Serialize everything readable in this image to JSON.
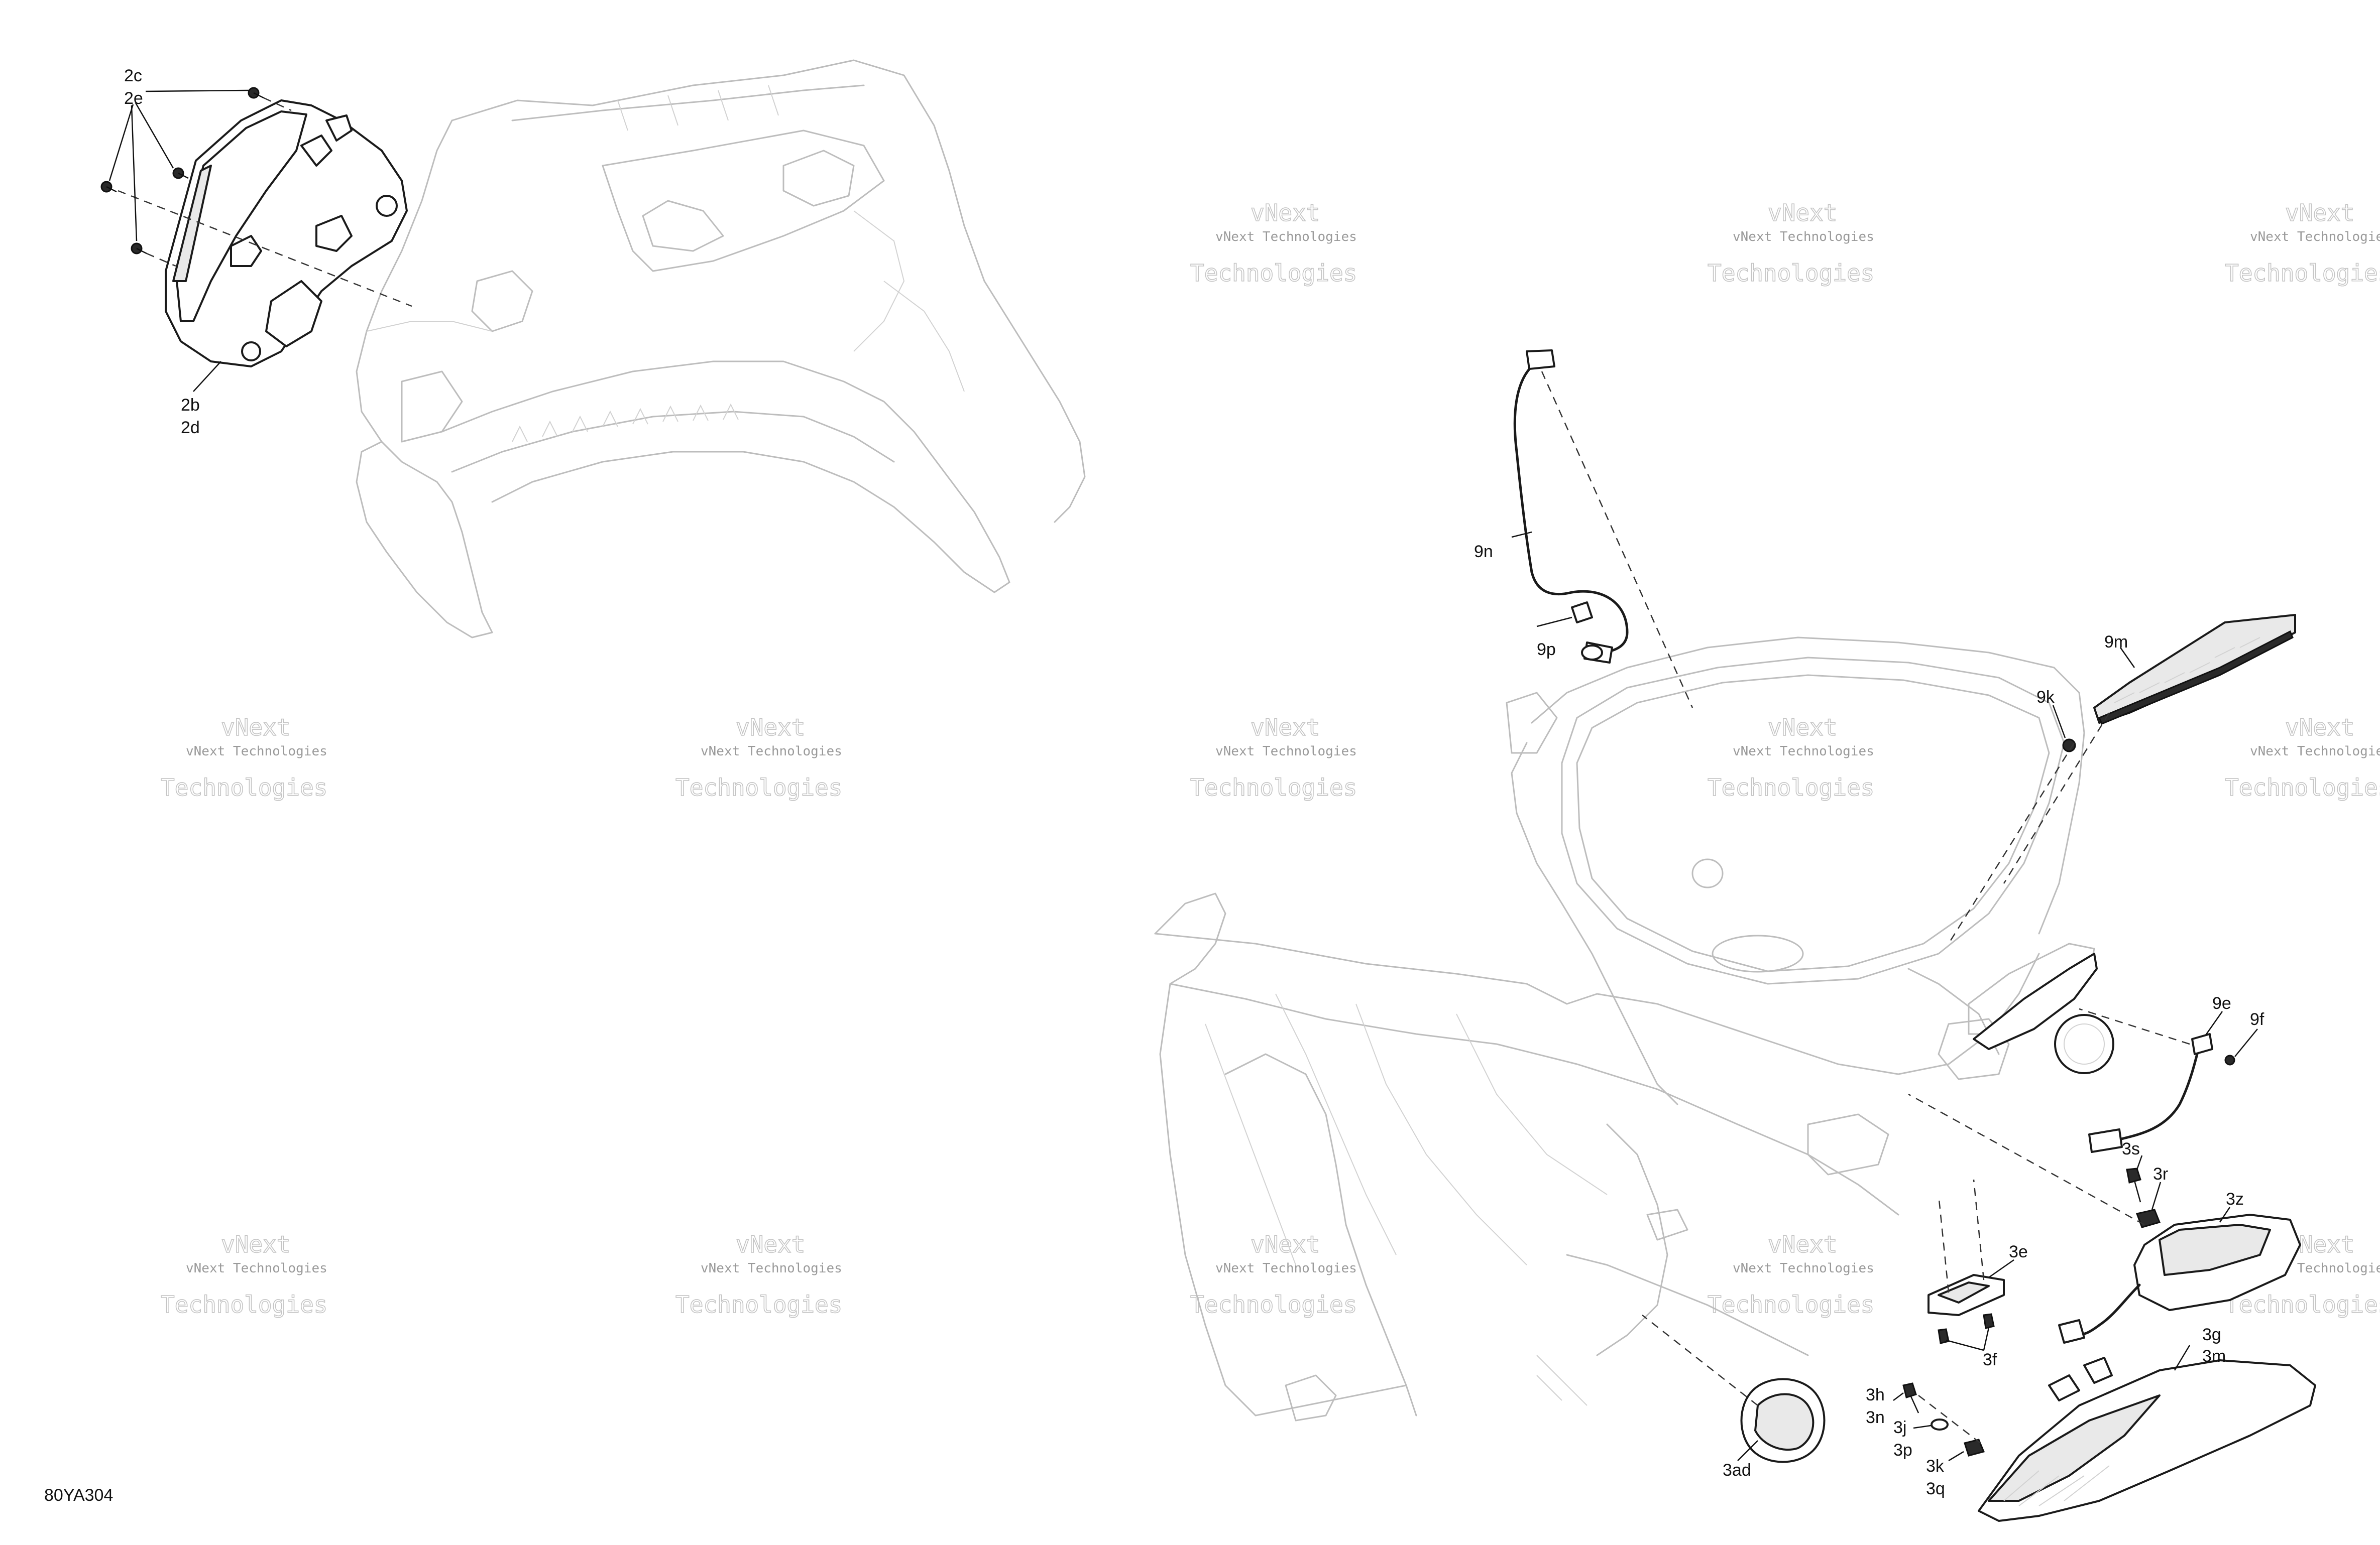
{
  "figure": {
    "code": "80YA304",
    "watermark": {
      "line1": "vNext Technologies",
      "line2": "Technologies",
      "line3": "vNext"
    }
  },
  "labels": {
    "l_2c": "2c",
    "l_2e": "2e",
    "l_2b": "2b",
    "l_2d": "2d",
    "l_9n": "9n",
    "l_9p": "9p",
    "l_9m": "9m",
    "l_9k": "9k",
    "l_9e": "9e",
    "l_9f": "9f",
    "l_3s": "3s",
    "l_3r": "3r",
    "l_3z": "3z",
    "l_3e": "3e",
    "l_3f": "3f",
    "l_3g": "3g",
    "l_3m": "3m",
    "l_3h": "3h",
    "l_3n": "3n",
    "l_3j": "3j",
    "l_3p": "3p",
    "l_3k": "3k",
    "l_3q": "3q",
    "l_3ad": "3ad"
  }
}
